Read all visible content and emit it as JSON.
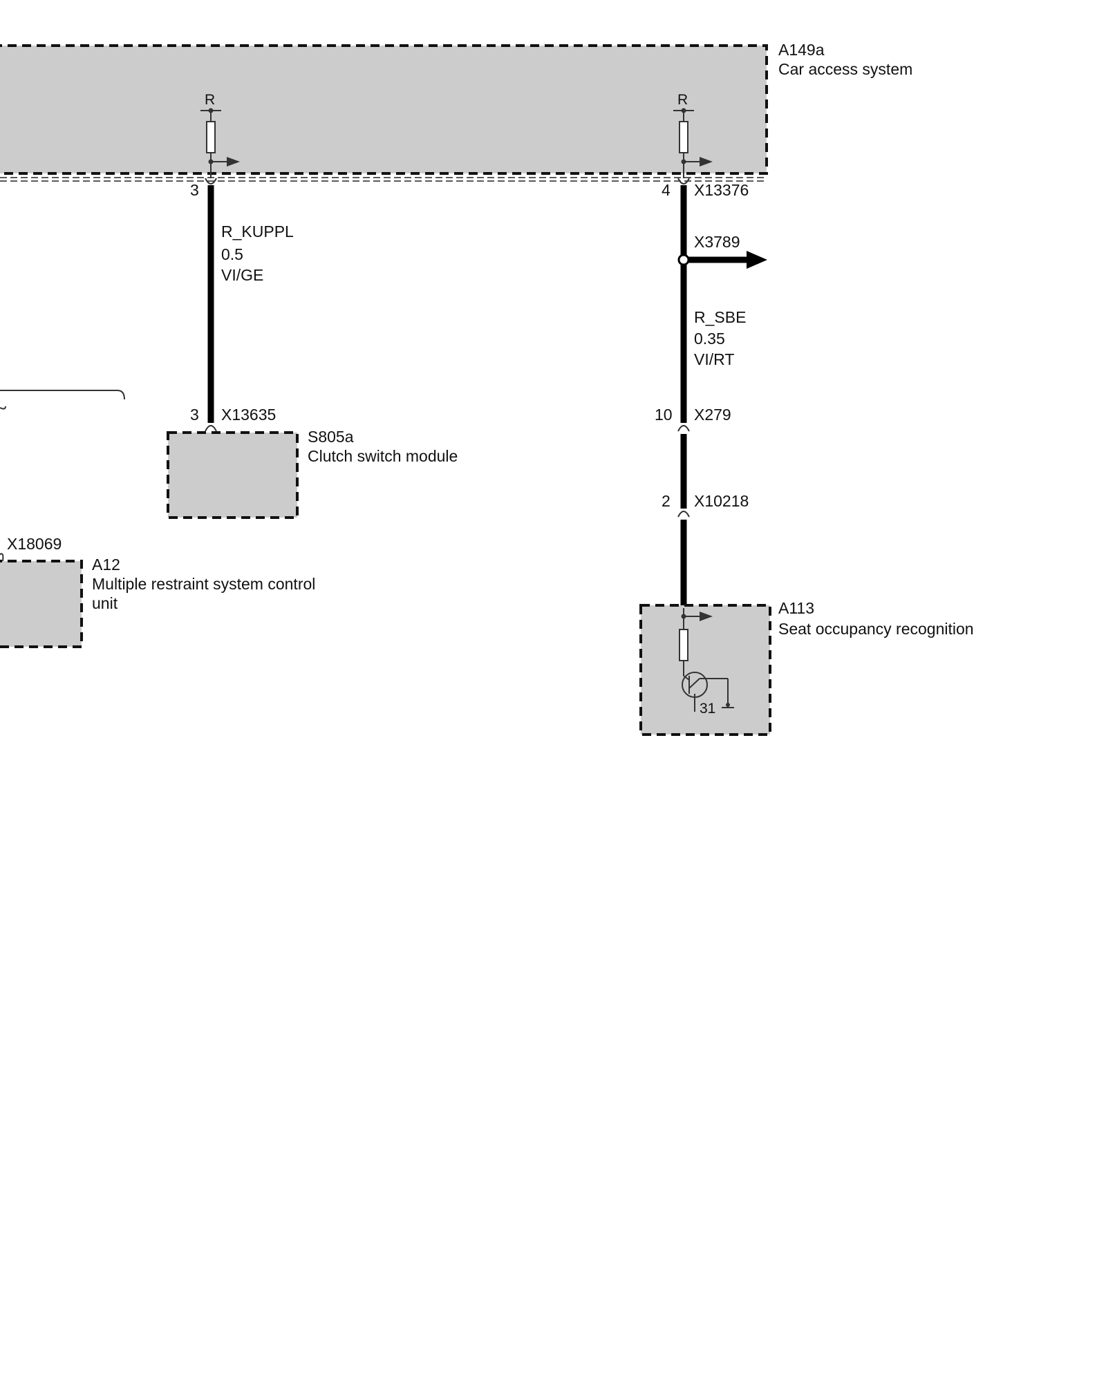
{
  "components": {
    "a149a": {
      "id": "A149a",
      "name": "Car access system"
    },
    "s805a": {
      "id": "S805a",
      "name": "Clutch switch module"
    },
    "a12": {
      "id": "A12",
      "name_line1": "Multiple restraint system control",
      "name_line2": "unit"
    },
    "a113": {
      "id": "A113",
      "name": "Seat occupancy recognition"
    }
  },
  "resistor_label": "R",
  "ground_label": "31",
  "connectors": {
    "x13376": "X13376",
    "x3789": "X3789",
    "x13635": "X13635",
    "x279": "X279",
    "x10218": "X10218",
    "x18069": "X18069"
  },
  "pins": {
    "a149a_pin_left": "3",
    "a149a_pin_right": "4",
    "x13635_pin": "3",
    "x279_pin": "10",
    "x10218_pin": "2"
  },
  "wires": {
    "kuppl": {
      "signal": "R_KUPPL",
      "cross_section": "0.5",
      "color": "VI/GE"
    },
    "sbe": {
      "signal": "R_SBE",
      "cross_section": "0.35",
      "color": "VI/RT"
    }
  },
  "colors": {
    "component_fill": "#cccccc",
    "wire": "#000000",
    "outline": "#111111"
  }
}
